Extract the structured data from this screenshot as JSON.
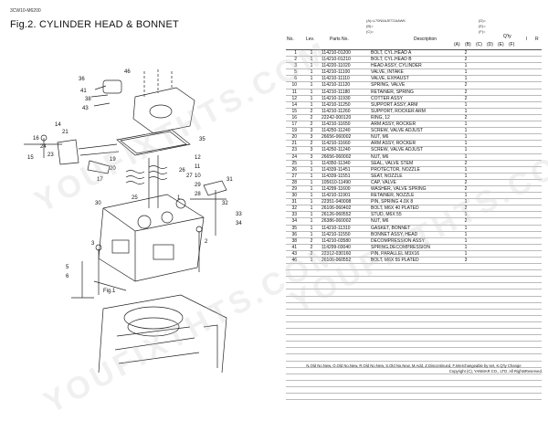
{
  "header": {
    "model": "3CW10-M6200",
    "figure_title": "Fig.2.  CYLINDER HEAD & BONNET",
    "model_labels": [
      "(A)=L70N5AJET2AAWK",
      "(B)=",
      "(C)="
    ],
    "model_labels_right": [
      "(D)=",
      "(E)=",
      "(F)="
    ]
  },
  "table": {
    "col_no": "No.",
    "col_lev": "Lev.",
    "col_part": "Parts No.",
    "col_desc": "Description",
    "col_qty": "Q'ty",
    "col_i": "I",
    "col_r": "R",
    "qty_cols": [
      "(A)",
      "(B)",
      "(C)",
      "(D)",
      "(E)",
      "(F)"
    ],
    "rows": [
      {
        "no": "1",
        "lev": "1",
        "part": "114210-01200",
        "desc": "BOLT, CYL.HEAD A",
        "qty": "2"
      },
      {
        "no": "2",
        "lev": "1",
        "part": "114210-01210",
        "desc": "BOLT, CYL.HEAD B",
        "qty": "2"
      },
      {
        "no": "3",
        "lev": "1",
        "part": "114220-11020",
        "desc": "HEAD ASSY, CYLINDER",
        "qty": "1"
      },
      {
        "no": "5",
        "lev": "1",
        "part": "114210-11100",
        "desc": "VALVE, INTAKE",
        "qty": "1"
      },
      {
        "no": "6",
        "lev": "1",
        "part": "114210-11110",
        "desc": "VALVE, EXHAUST",
        "qty": "1"
      },
      {
        "no": "10",
        "lev": "1",
        "part": "114210-11120",
        "desc": "SPRING, VALVE",
        "qty": "2"
      },
      {
        "no": "11",
        "lev": "1",
        "part": "114210-11180",
        "desc": "RETAINER, SPRING",
        "qty": "2"
      },
      {
        "no": "12",
        "lev": "1",
        "part": "114210-11930",
        "desc": "COTTER ASSY",
        "qty": "2"
      },
      {
        "no": "14",
        "lev": "1",
        "part": "114210-11250",
        "desc": "SUPPORT ASSY, ARM",
        "qty": "1"
      },
      {
        "no": "15",
        "lev": "2",
        "part": "114210-11260",
        "desc": "SUPPORT, ROCKER ARM",
        "qty": "1"
      },
      {
        "no": "16",
        "lev": "2",
        "part": "22242-000120",
        "desc": "RING, 12",
        "qty": "2"
      },
      {
        "no": "17",
        "lev": "2",
        "part": "114210-11650",
        "desc": "ARM ASSY, ROCKER",
        "qty": "1"
      },
      {
        "no": "19",
        "lev": "3",
        "part": "114250-11240",
        "desc": "SCREW, VALVE ADJUST",
        "qty": "1"
      },
      {
        "no": "20",
        "lev": "3",
        "part": "26656-060002",
        "desc": "NUT, M6",
        "qty": "1"
      },
      {
        "no": "21",
        "lev": "2",
        "part": "114210-11660",
        "desc": "ARM ASSY, ROCKER",
        "qty": "1"
      },
      {
        "no": "23",
        "lev": "3",
        "part": "114250-11240",
        "desc": "SCREW, VALVE ADJUST",
        "qty": "1"
      },
      {
        "no": "24",
        "lev": "3",
        "part": "26656-060002",
        "desc": "NUT, M6",
        "qty": "1"
      },
      {
        "no": "25",
        "lev": "1",
        "part": "114350-11340",
        "desc": "SEAL, VALVE STEM",
        "qty": "2"
      },
      {
        "no": "26",
        "lev": "1",
        "part": "114339-11451",
        "desc": "PROTECTOR, NOZZLE",
        "qty": "1"
      },
      {
        "no": "27",
        "lev": "1",
        "part": "114339-11551",
        "desc": "SEAT, NOZZLE",
        "qty": "1"
      },
      {
        "no": "28",
        "lev": "1",
        "part": "105610-11490",
        "desc": "CAP, VALVE",
        "qty": "2"
      },
      {
        "no": "29",
        "lev": "1",
        "part": "114299-11600",
        "desc": "WASHER, VALVE SPRING",
        "qty": "2"
      },
      {
        "no": "30",
        "lev": "1",
        "part": "114210-11901",
        "desc": "RETAINER, NOZZLE",
        "qty": "1"
      },
      {
        "no": "31",
        "lev": "1",
        "part": "22351-040008",
        "desc": "PIN, SPRING 4.0X 8",
        "qty": "1"
      },
      {
        "no": "32",
        "lev": "1",
        "part": "26106-060402",
        "desc": "BOLT, M6X 40 PLATED",
        "qty": "2"
      },
      {
        "no": "33",
        "lev": "1",
        "part": "26126-060552",
        "desc": "STUD, M6X 55",
        "qty": "1"
      },
      {
        "no": "34",
        "lev": "1",
        "part": "26386-060002",
        "desc": "NUT, M6",
        "qty": "2"
      },
      {
        "no": "35",
        "lev": "1",
        "part": "114210-11310",
        "desc": "GASKET, BONNET",
        "qty": "1"
      },
      {
        "no": "36",
        "lev": "1",
        "part": "114210-11550",
        "desc": "BONNET ASSY, HEAD",
        "qty": "1"
      },
      {
        "no": "38",
        "lev": "2",
        "part": "114210-03580",
        "desc": "DECOMPRESSION ASSY",
        "qty": "1"
      },
      {
        "no": "41",
        "lev": "2",
        "part": "114299-03040",
        "desc": "SPRING,DECOMPRESSION",
        "qty": "1"
      },
      {
        "no": "43",
        "lev": "2",
        "part": "22312-030160",
        "desc": "PIN, PARALLEL M3X16",
        "qty": "1"
      },
      {
        "no": "46",
        "lev": "1",
        "part": "26106-060552",
        "desc": "BOLT, M6X 55 PLATED",
        "qty": "3"
      },
      {
        "no": "",
        "lev": "",
        "part": "",
        "desc": "",
        "qty": ""
      },
      {
        "no": "",
        "lev": "",
        "part": "",
        "desc": "",
        "qty": ""
      },
      {
        "no": "",
        "lev": "",
        "part": "",
        "desc": "",
        "qty": ""
      },
      {
        "no": "",
        "lev": "",
        "part": "",
        "desc": "",
        "qty": ""
      },
      {
        "no": "",
        "lev": "",
        "part": "",
        "desc": "",
        "qty": ""
      },
      {
        "no": "",
        "lev": "",
        "part": "",
        "desc": "",
        "qty": ""
      },
      {
        "no": "",
        "lev": "",
        "part": "",
        "desc": "",
        "qty": ""
      },
      {
        "no": "",
        "lev": "",
        "part": "",
        "desc": "",
        "qty": ""
      },
      {
        "no": "",
        "lev": "",
        "part": "",
        "desc": "",
        "qty": ""
      },
      {
        "no": "",
        "lev": "",
        "part": "",
        "desc": "",
        "qty": ""
      },
      {
        "no": "",
        "lev": "",
        "part": "",
        "desc": "",
        "qty": ""
      },
      {
        "no": "",
        "lev": "",
        "part": "",
        "desc": "",
        "qty": ""
      },
      {
        "no": "",
        "lev": "",
        "part": "",
        "desc": "",
        "qty": ""
      },
      {
        "no": "",
        "lev": "",
        "part": "",
        "desc": "",
        "qty": ""
      },
      {
        "no": "",
        "lev": "",
        "part": "",
        "desc": "",
        "qty": ""
      },
      {
        "no": "",
        "lev": "",
        "part": "",
        "desc": "",
        "qty": ""
      },
      {
        "no": "",
        "lev": "",
        "part": "",
        "desc": "",
        "qty": ""
      },
      {
        "no": "",
        "lev": "",
        "part": "",
        "desc": "",
        "qty": ""
      },
      {
        "no": "",
        "lev": "",
        "part": "",
        "desc": "",
        "qty": ""
      },
      {
        "no": "",
        "lev": "",
        "part": "",
        "desc": "",
        "qty": ""
      },
      {
        "no": "",
        "lev": "",
        "part": "",
        "desc": "",
        "qty": ""
      }
    ]
  },
  "diagram": {
    "callouts": [
      "46",
      "36",
      "41",
      "43",
      "38",
      "35",
      "14",
      "16",
      "15",
      "24",
      "23",
      "21",
      "19",
      "20",
      "17",
      "12",
      "11",
      "10",
      "29",
      "28",
      "26",
      "27",
      "30",
      "25",
      "31",
      "32",
      "33",
      "34",
      "3",
      "1",
      "2",
      "5",
      "6"
    ],
    "fig_ref": "Fig.1"
  },
  "footer": {
    "legend": "N.Old No.New, O.Old No.New, R.Old No.New, S.Old No.New, M.Add, Z.Discontinued, F.Interchangeable by set, K.Q'ty Change",
    "copyright": "Copyright (C),  YANMAR CO., LTD. All RightsReserved."
  },
  "watermark": "YOUFIXTHTS.COM"
}
